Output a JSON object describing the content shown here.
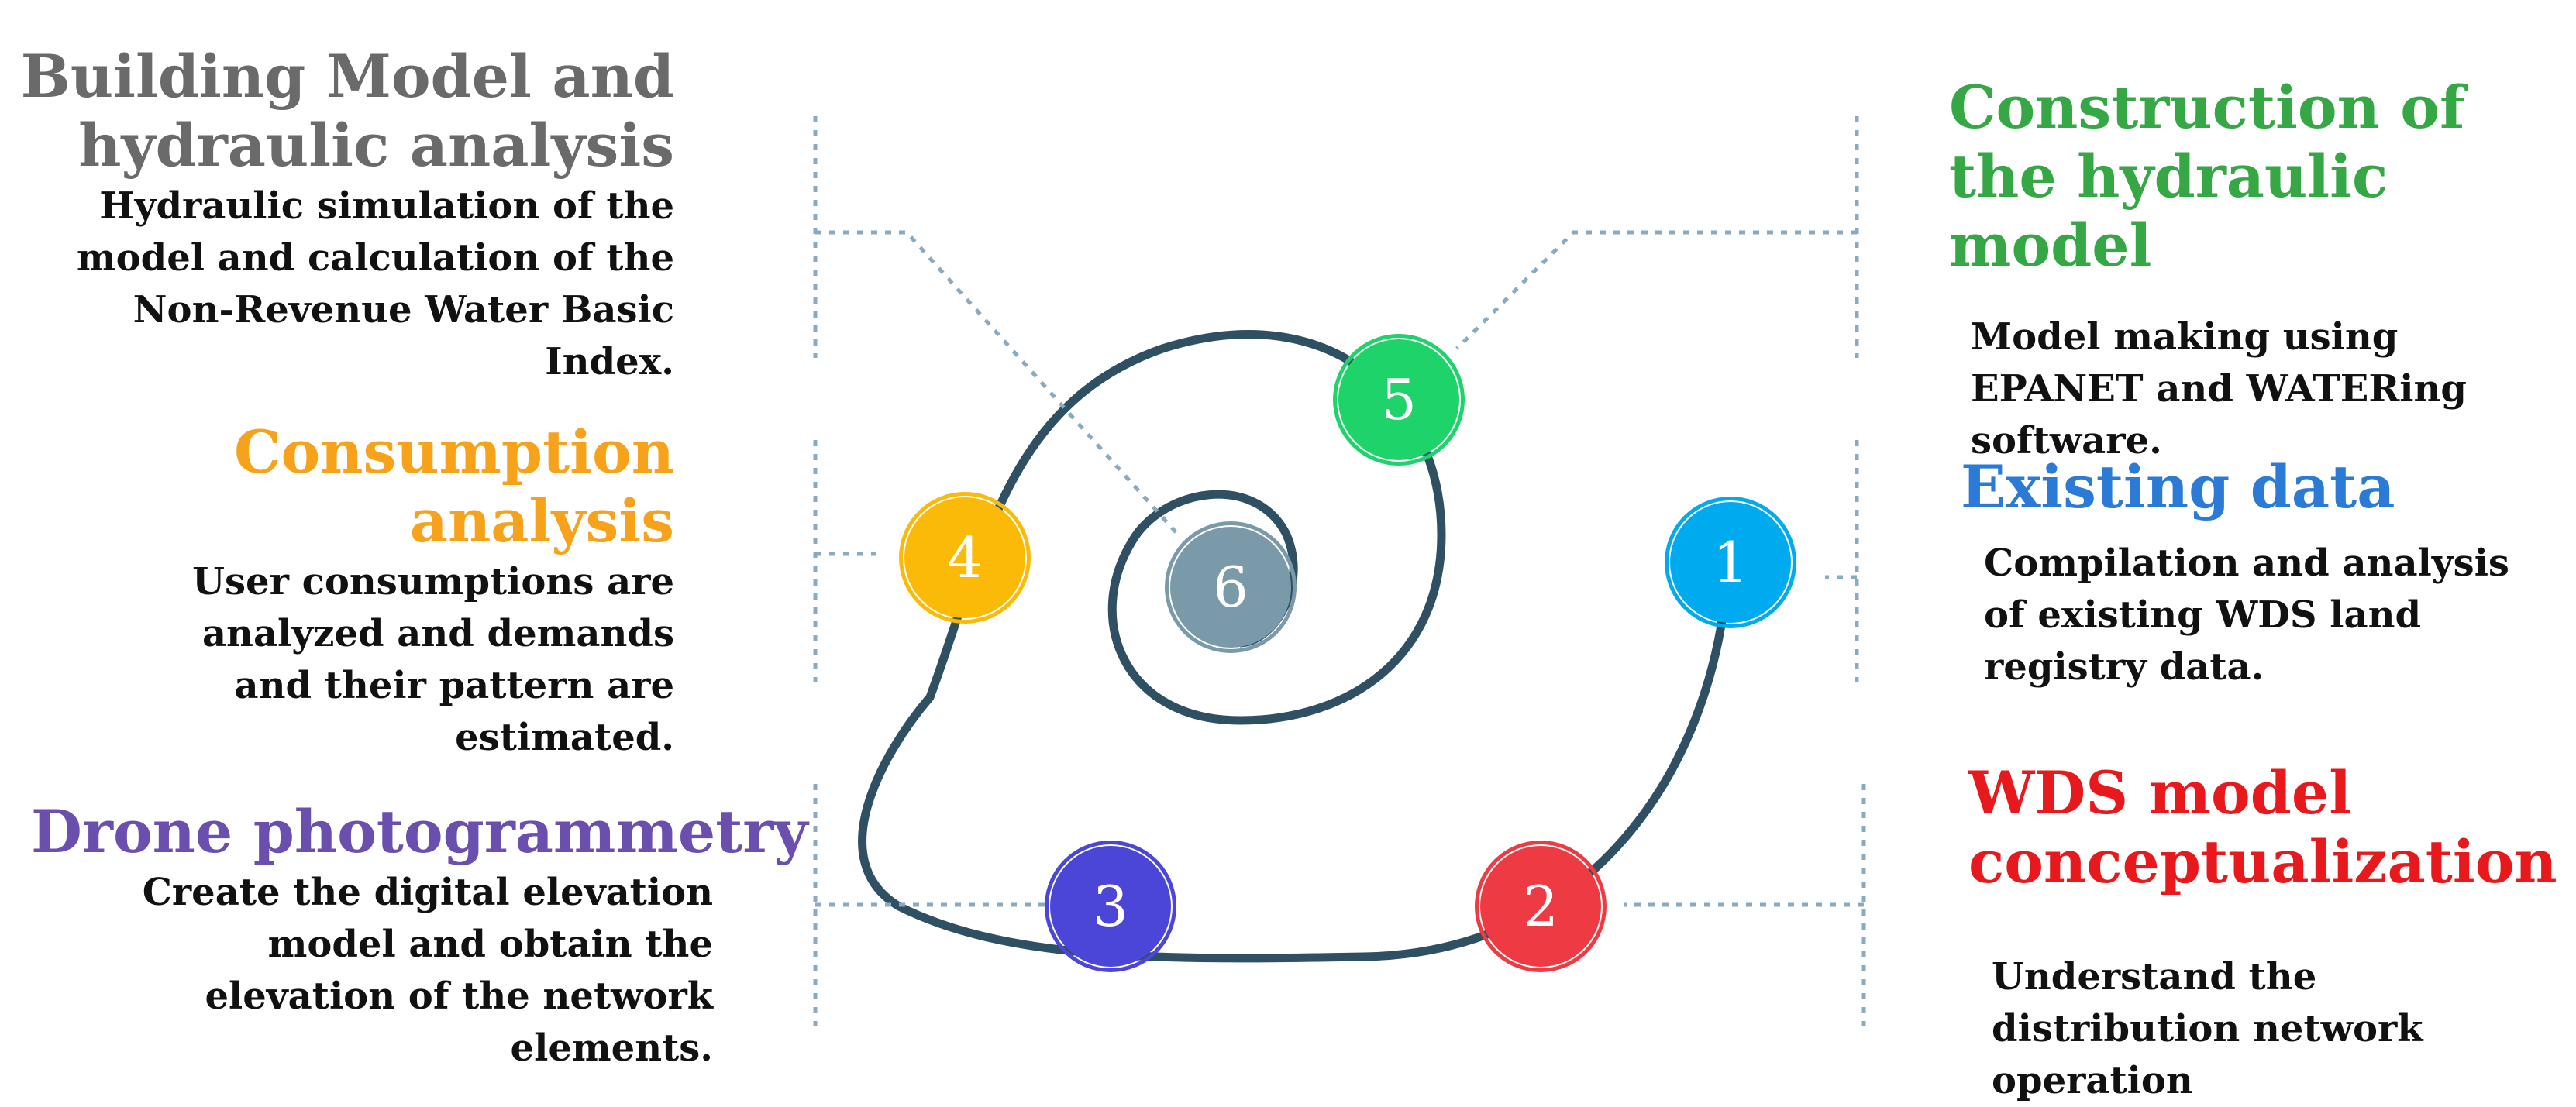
{
  "steps": [
    {
      "number": "1",
      "title": "Existing data",
      "description": "Compilation and analysis of existing WDS land registry data.",
      "color": "#00aaef"
    },
    {
      "number": "2",
      "title": "WDS model conceptualization",
      "description": "Understand the distribution network operation",
      "color": "#ee3a43"
    },
    {
      "number": "3",
      "title": "Drone photogrammetry",
      "description": "Create the digital elevation model and obtain the elevation of the network elements.",
      "color": "#4b45d8"
    },
    {
      "number": "4",
      "title": "Consumption analysis",
      "description": "User consumptions are analyzed and demands and their pattern are estimated.",
      "color": "#fbb908"
    },
    {
      "number": "5",
      "title": "Construction of the hydraulic model",
      "description": "Model making using EPANET and WATERing software.",
      "color": "#1fd36b"
    },
    {
      "number": "6",
      "title": "Building Model and hydraulic analysis",
      "description": "Hydraulic simulation of the model and calculation of the Non-Revenue Water Basic Index.",
      "color": "#7a9aaa"
    }
  ],
  "title_colors": {
    "building": "#6a6a6a",
    "consumption": "#f7a21b",
    "drone": "#6a4fae",
    "construction": "#35a845",
    "existing": "#2a7ad6",
    "wds": "#e8191c"
  },
  "spiral_color": "#2f4f63",
  "connector_color": "#8aaac0"
}
